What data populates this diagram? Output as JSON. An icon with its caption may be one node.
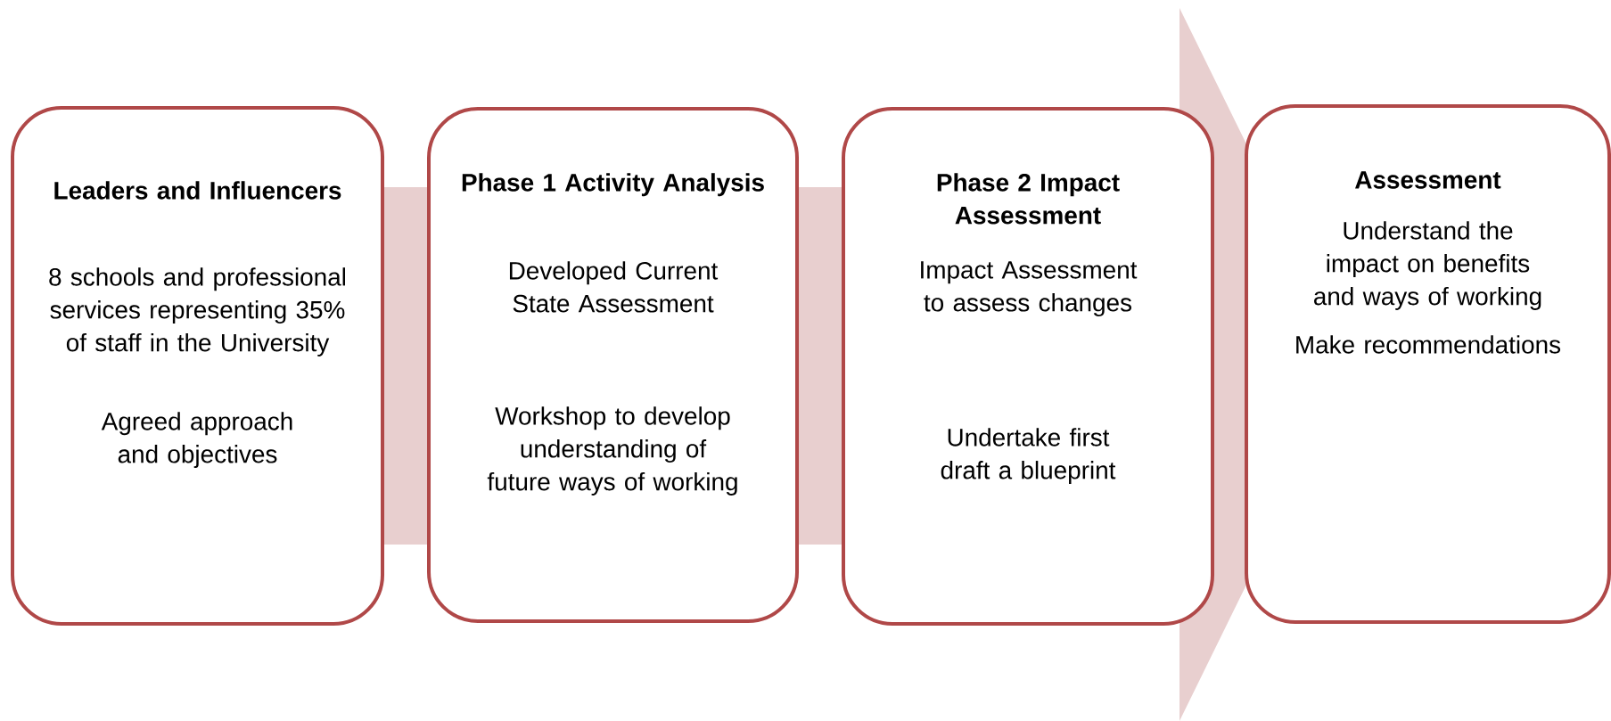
{
  "diagram": {
    "nodes": [
      {
        "text": [
          "Leaders and Influencers",
          "8 schools and professional services representing 35% of staff in the University",
          "Agreed approach and objectives"
        ]
      },
      {
        "text": [
          "Phase 1 Activity Analysis",
          "Developed Current State Assessment",
          "Workshop to develop understanding of future ways of working"
        ]
      },
      {
        "text": [
          "Phase 2 Impact Assessment",
          "Impact Assessment to assess changes",
          "Undertake first draft a blueprint"
        ]
      },
      {
        "text": [
          "Assessment",
          "Understand the impact on benefits and ways of working",
          "Make recommendations"
        ]
      }
    ],
    "edges": [
      {
        "from": 0,
        "to": 3,
        "arrow": "to"
      }
    ]
  }
}
